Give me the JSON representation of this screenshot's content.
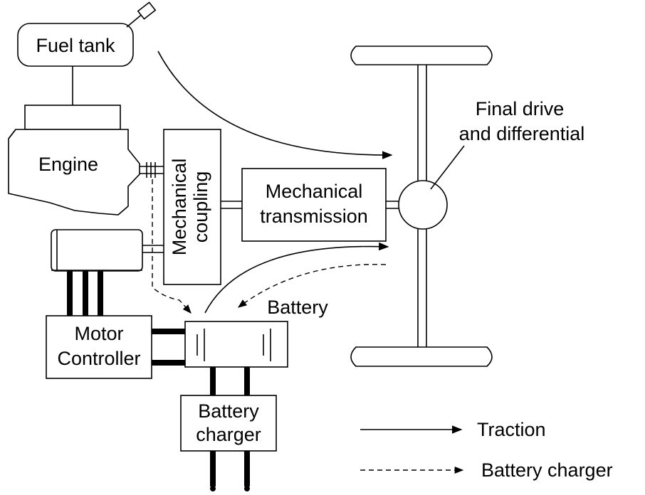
{
  "labels": {
    "fuel_tank": "Fuel tank",
    "engine": "Engine",
    "mechanical_coupling_1": "Mechanical",
    "mechanical_coupling_2": "coupling",
    "transmission_1": "Mechanical",
    "transmission_2": "transmission",
    "final_drive_1": "Final drive",
    "final_drive_2": "and differential",
    "motor_controller_1": "Motor",
    "motor_controller_2": "Controller",
    "battery": "Battery",
    "battery_charger_1": "Battery",
    "battery_charger_2": "charger"
  },
  "legend": {
    "traction": "Traction",
    "battery_charger": "Battery charger"
  },
  "colors": {
    "line": "#000000",
    "background": "#ffffff"
  }
}
